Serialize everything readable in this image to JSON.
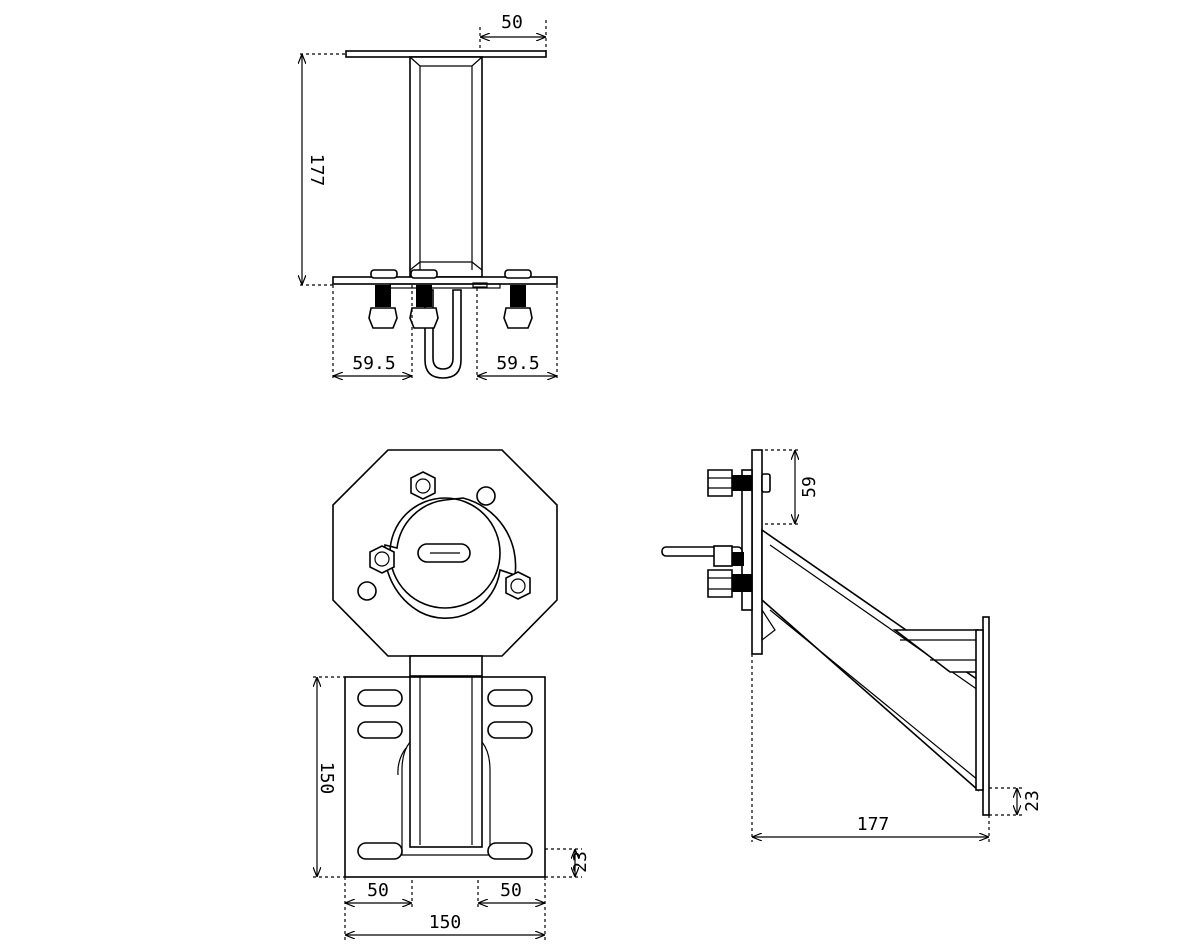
{
  "views": {
    "top": {
      "dims": {
        "plate_offset": "50",
        "height": "177",
        "left_offset": "59.5",
        "right_offset": "59.5"
      }
    },
    "front": {
      "dims": {
        "plate_height": "150",
        "slot_bottom": "23",
        "left_slot": "50",
        "right_slot": "50",
        "plate_width": "150"
      }
    },
    "side": {
      "dims": {
        "top_offset": "59",
        "length": "177",
        "bottom_offset": "23"
      }
    }
  },
  "colors": {
    "line": "#000000",
    "background": "#ffffff"
  }
}
